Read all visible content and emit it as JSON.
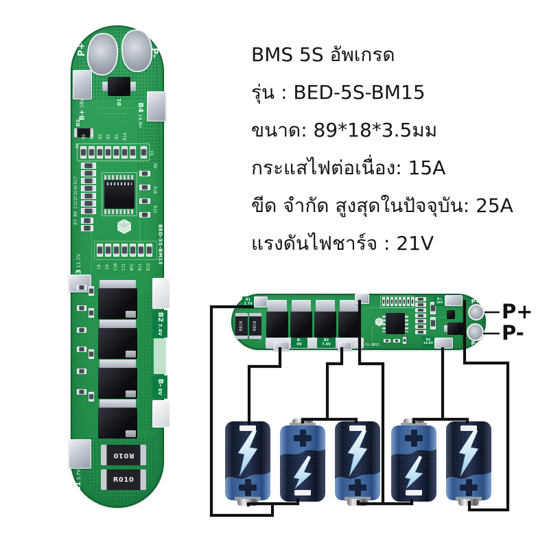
{
  "specs": {
    "lines": [
      "BMS 5S อัพเกรด",
      "รุ่น : BED-5S-BM15",
      "ขนาด: 89*18*3.5มม",
      "กระแสไฟต่อเนื่อง: 15A",
      "ขีด จำกัด สูงสุดในปัจจุบัน: 25A",
      "แรงดันไฟชาร์จ : 21V"
    ]
  },
  "callouts": {
    "p_plus": "P+",
    "p_minus": "P-"
  },
  "board": {
    "model": "BED-5S-BM15",
    "pads": {
      "p_plus": "P+",
      "p_minus": "P-",
      "b_plus": "B+",
      "b_plus_v": "18V",
      "b4": "B4",
      "b4_v": "14.8V",
      "b3": "B3",
      "b3_v": "11.1V",
      "b2": "B2",
      "b2_v": "7.4V",
      "b_minus": "B-",
      "b_minus_v": "0V",
      "b1": "B1",
      "b1_v": "3.7V"
    },
    "parts": {
      "d1": "D1",
      "d2": "D2",
      "shunt": "R010"
    },
    "rows": {
      "top": [
        "R5",
        "R4",
        "R3",
        "R2",
        "R1",
        "R14"
      ],
      "top_left": "R8",
      "top_right": "C6",
      "left_col": "R7 R6 C1C2C3C4C5C7",
      "right_col": [
        "R9",
        "R10",
        "R12"
      ],
      "bottom": [
        "C8",
        "C9",
        "C10",
        "C11",
        "NTC",
        "R11",
        "R13"
      ]
    }
  },
  "diagram": {
    "battery_count": 5,
    "batteries": [
      {
        "name": "cell-1",
        "orientation": "positive-down"
      },
      {
        "name": "cell-2",
        "orientation": "positive-up"
      },
      {
        "name": "cell-3",
        "orientation": "positive-down"
      },
      {
        "name": "cell-4",
        "orientation": "positive-up"
      },
      {
        "name": "cell-5",
        "orientation": "positive-down"
      }
    ],
    "taps": [
      "B1",
      "B-",
      "B2",
      "B3",
      "B4",
      "B+"
    ]
  },
  "colors": {
    "pcb_green": "#2b9a55",
    "label_green": "#0c7d42",
    "pad_silver": "#c3c9d2",
    "battery_navy": "#141c30",
    "battery_blue": "#3c6ca6",
    "wire_black": "#101010",
    "text_black": "#141414"
  }
}
